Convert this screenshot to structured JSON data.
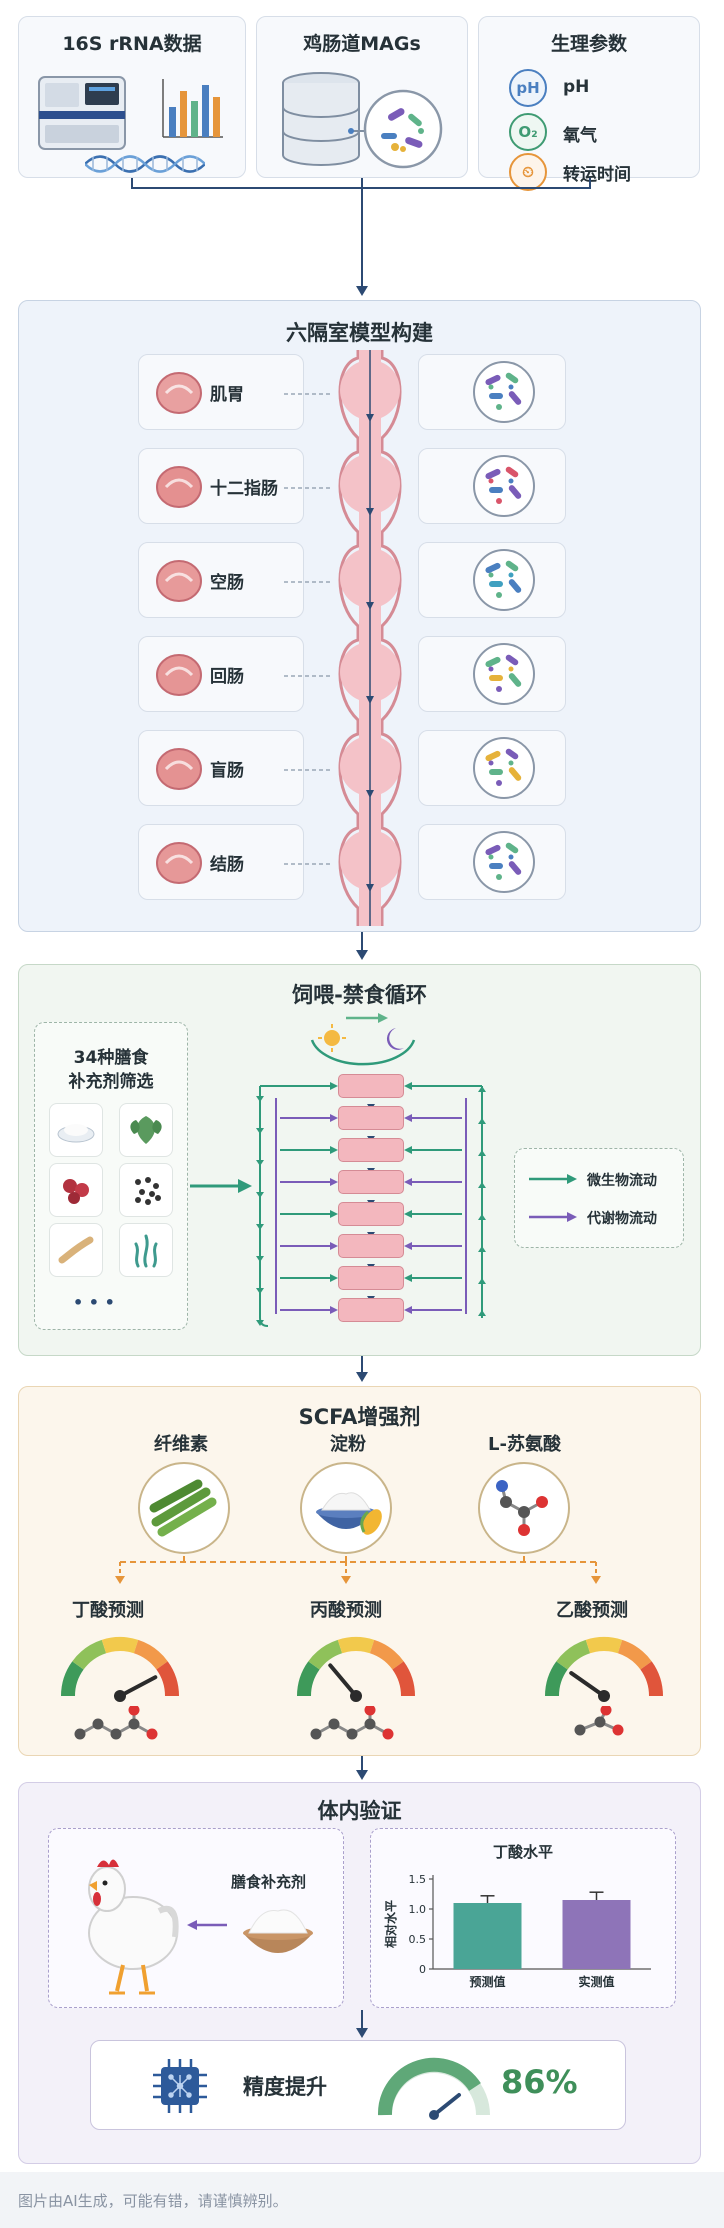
{
  "inputs": {
    "rrna": {
      "title": "16S rRNA数据"
    },
    "mags": {
      "title": "鸡肠道MAGs"
    },
    "phys": {
      "title": "生理参数",
      "items": [
        {
          "icon": "pH",
          "label": "pH",
          "color": "#4a7fc0"
        },
        {
          "icon": "O₂",
          "label": "氧气",
          "color": "#3f9b73"
        },
        {
          "icon": "⏲",
          "label": "转运时间",
          "color": "#e6953a"
        }
      ]
    }
  },
  "compartments": {
    "title": "六隔室模型构建",
    "items": [
      {
        "label": "肌胃"
      },
      {
        "label": "十二指肠"
      },
      {
        "label": "空肠"
      },
      {
        "label": "回肠"
      },
      {
        "label": "盲肠"
      },
      {
        "label": "结肠"
      }
    ]
  },
  "cycle": {
    "title": "饲喂-禁食循环",
    "supplements_title": [
      "34种膳食",
      "补充剂筛选"
    ],
    "more": "• • •",
    "legend": [
      {
        "label": "微生物流动",
        "color": "#2f9a7a"
      },
      {
        "label": "代谢物流动",
        "color": "#7a5cb8"
      }
    ]
  },
  "scfa": {
    "title": "SCFA增强剂",
    "enhancers": [
      {
        "label": "纤维素"
      },
      {
        "label": "淀粉"
      },
      {
        "label": "L-苏氨酸"
      }
    ],
    "predictions": [
      {
        "label": "丁酸预测"
      },
      {
        "label": "丙酸预测"
      },
      {
        "label": "乙酸预测"
      }
    ]
  },
  "invivo": {
    "title": "体内验证",
    "supplement_label": "膳食补充剂",
    "chart_data": {
      "type": "bar",
      "title": "丁酸水平",
      "ylabel": "相对水平",
      "categories": [
        "预测值",
        "实测值"
      ],
      "values": [
        1.1,
        1.15
      ],
      "errors": [
        0.12,
        0.13
      ],
      "ylim": [
        0,
        1.5
      ],
      "yticks": [
        "0",
        "0.5",
        "1.0",
        "1.5"
      ],
      "colors": [
        "#4aa596",
        "#8e74b8"
      ]
    }
  },
  "accuracy": {
    "label": "精度提升",
    "value": "86%"
  },
  "footer": {
    "note": "图片由AI生成，可能有错，请谨慎辨别。"
  }
}
